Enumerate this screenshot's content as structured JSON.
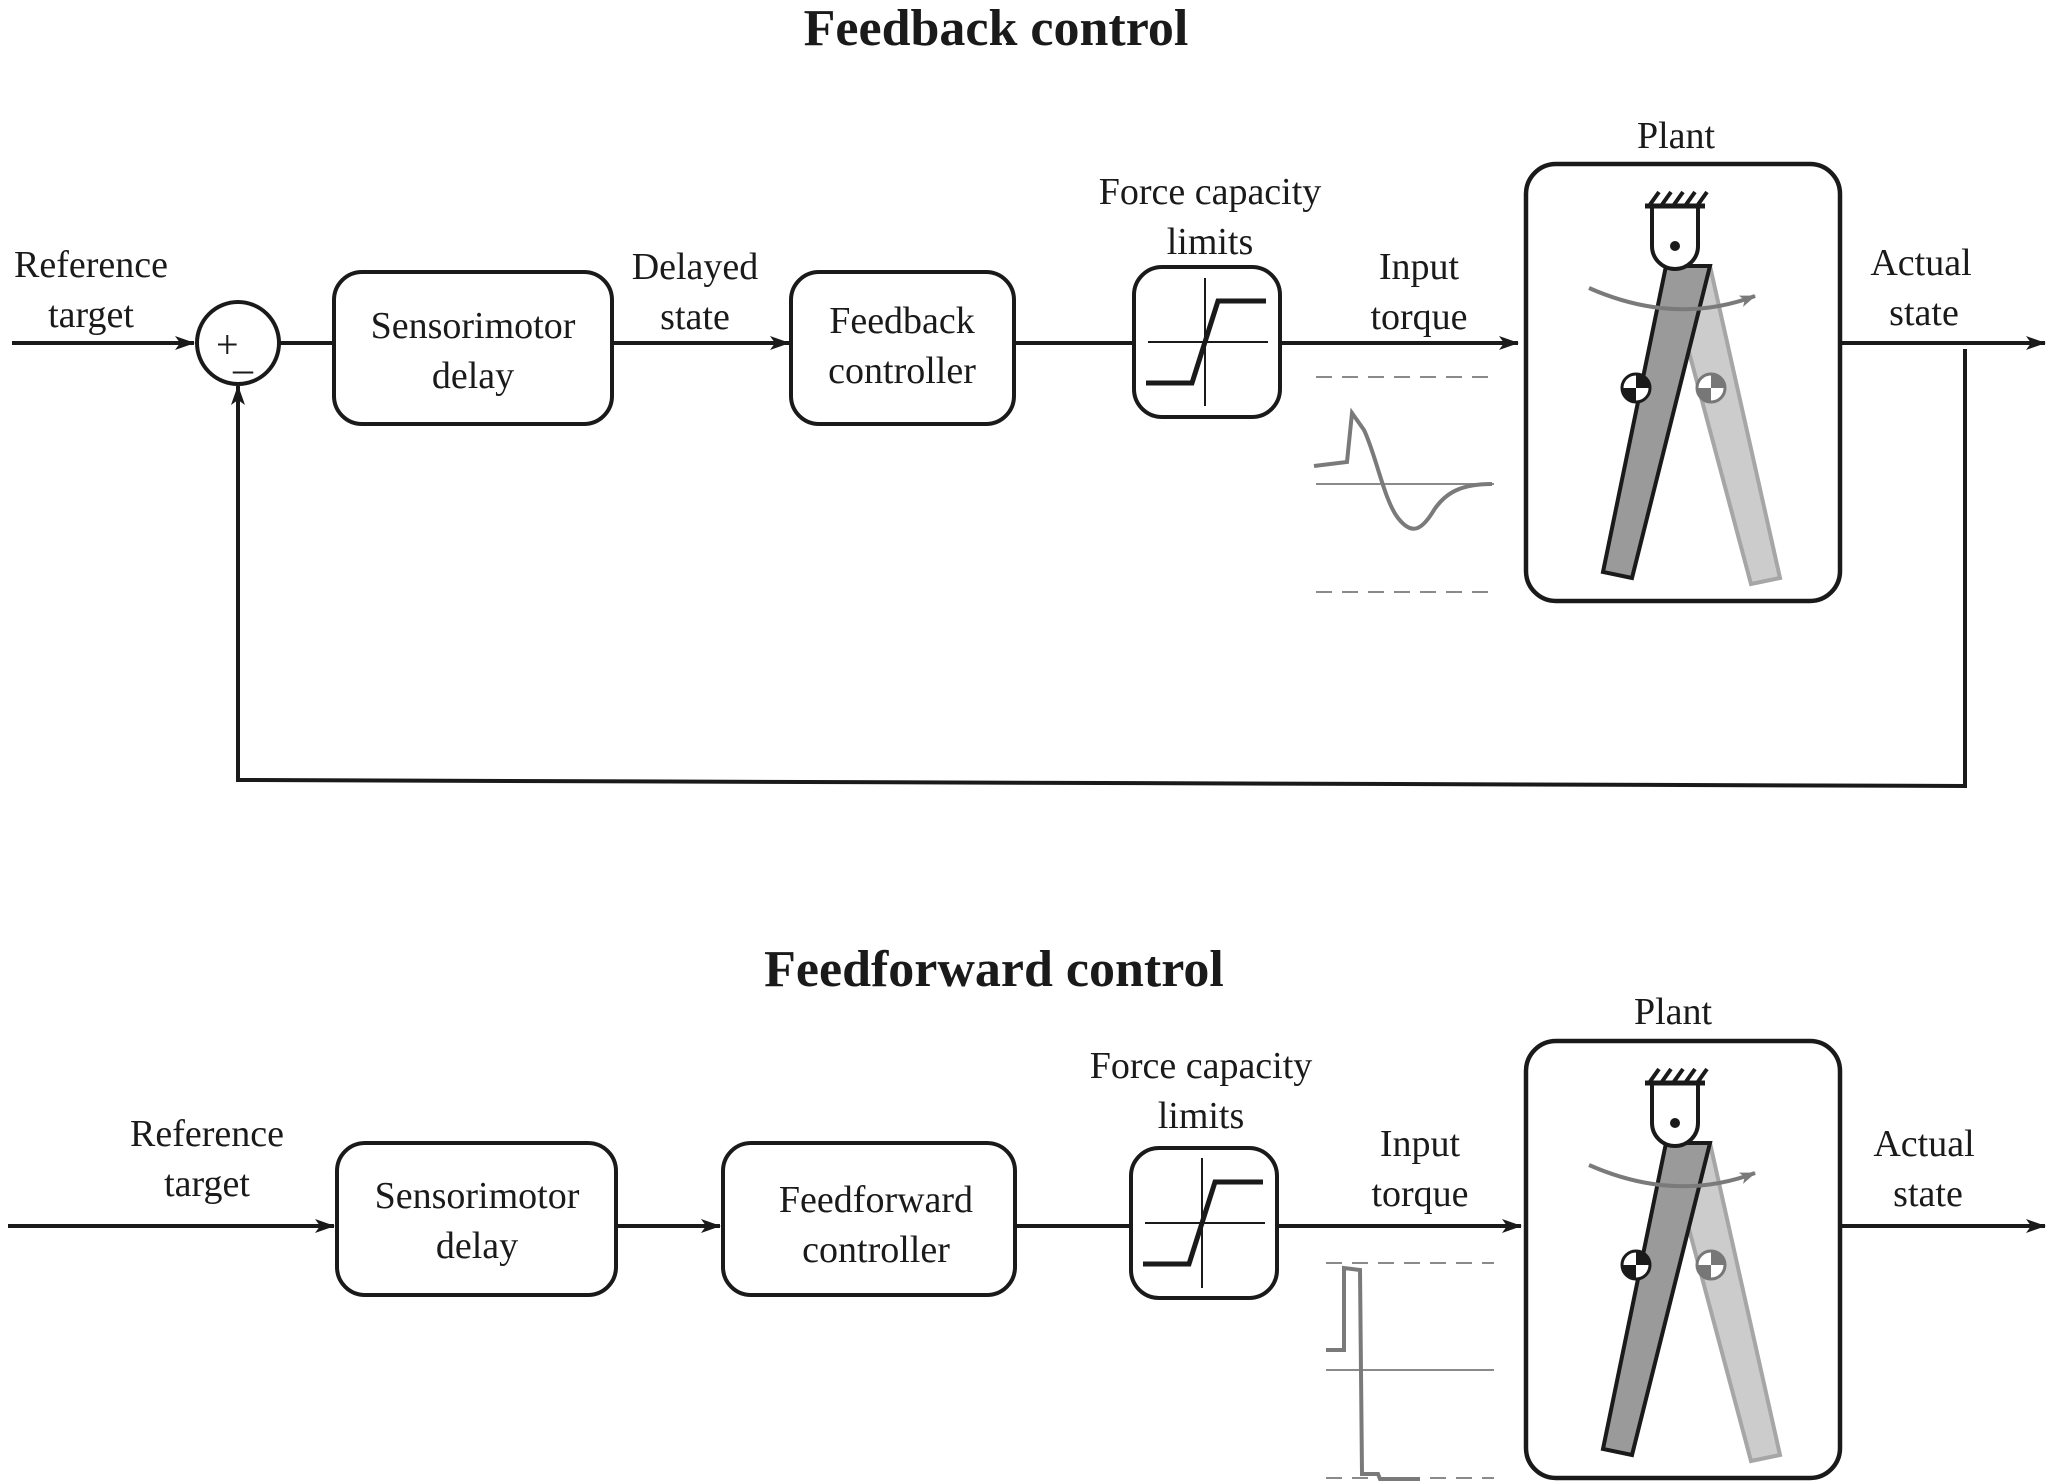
{
  "feedback": {
    "title": "Feedback control",
    "ref_line1": "Reference",
    "ref_line2": "target",
    "sum_plus": "+",
    "sum_minus": "–",
    "delay_line1": "Sensorimotor",
    "delay_line2": "delay",
    "delayed_line1": "Delayed",
    "delayed_line2": "state",
    "ctrl_line1": "Feedback",
    "ctrl_line2": "controller",
    "force_line1": "Force capacity",
    "force_line2": "limits",
    "input_line1": "Input",
    "input_line2": "torque",
    "plant": "Plant",
    "actual_line1": "Actual",
    "actual_line2": "state"
  },
  "feedforward": {
    "title": "Feedforward control",
    "ref_line1": "Reference",
    "ref_line2": "target",
    "delay_line1": "Sensorimotor",
    "delay_line2": "delay",
    "ctrl_line1": "Feedforward",
    "ctrl_line2": "controller",
    "force_line1": "Force capacity",
    "force_line2": "limits",
    "input_line1": "Input",
    "input_line2": "torque",
    "plant": "Plant",
    "actual_line1": "Actual",
    "actual_line2": "state"
  },
  "colors": {
    "line": "#1a1a1a",
    "link_dark": "#9a9a9a",
    "link_light": "#cccccc",
    "trace": "#7a7a7a"
  }
}
